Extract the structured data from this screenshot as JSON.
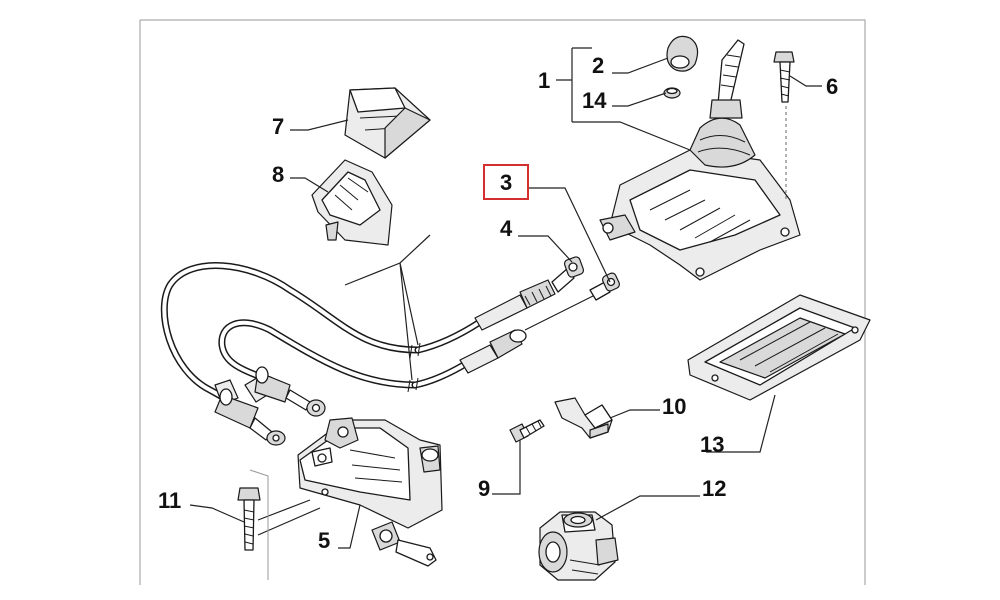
{
  "callouts": {
    "c1": "1",
    "c2": "2",
    "c3": "3",
    "c4": "4",
    "c5": "5",
    "c6": "6",
    "c7": "7",
    "c8": "8",
    "c9": "9",
    "c10": "10",
    "c11": "11",
    "c12": "12",
    "c13": "13",
    "c14": "14"
  },
  "colors": {
    "highlight": "#d32f2f",
    "line": "#1a1a1a",
    "background": "#ffffff"
  }
}
